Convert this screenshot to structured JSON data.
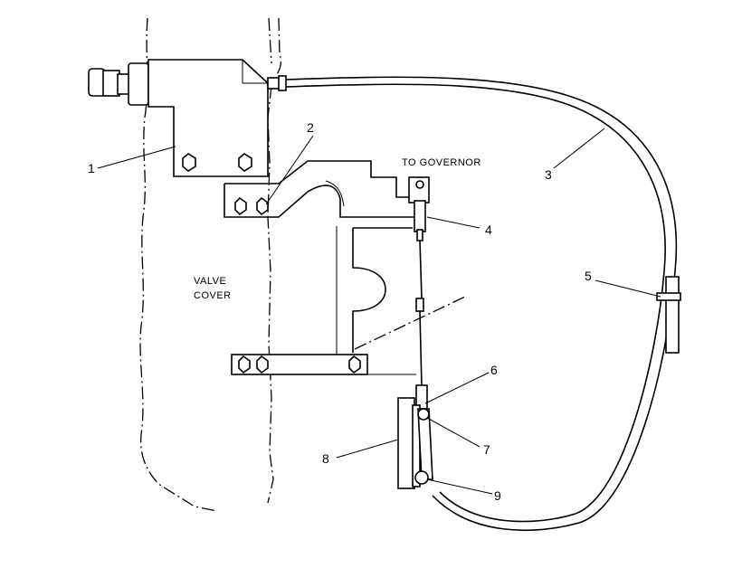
{
  "diagram": {
    "callouts": [
      "1",
      "2",
      "3",
      "4",
      "5",
      "6",
      "7",
      "8",
      "9"
    ],
    "labels": {
      "governor": "TO GOVERNOR",
      "valve_line1": "VALVE",
      "valve_line2": "COVER"
    }
  }
}
